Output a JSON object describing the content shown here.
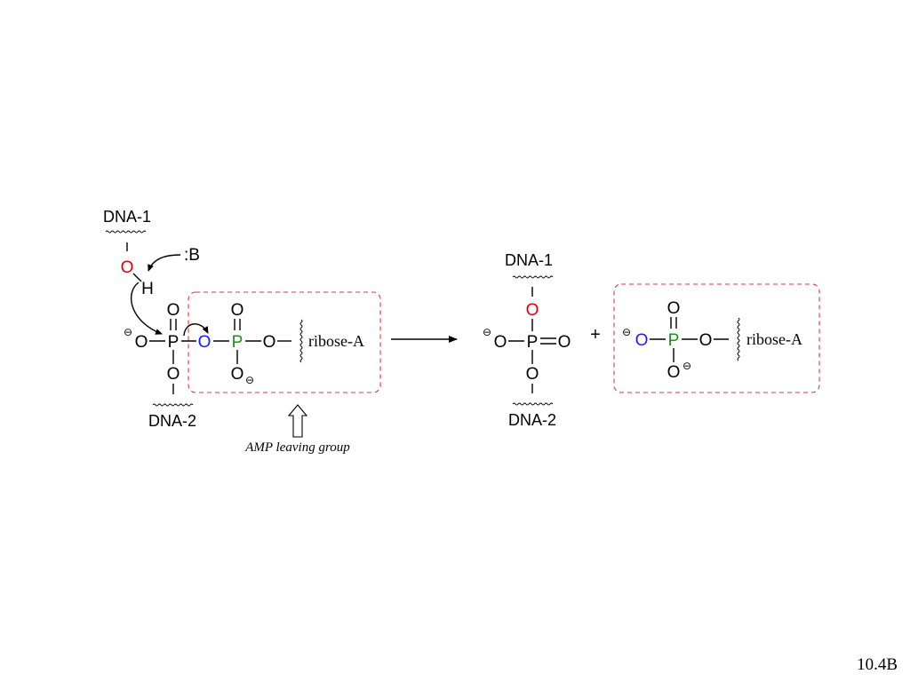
{
  "colors": {
    "red_oxygen": "#e3000b",
    "blue_oxygen": "#1a1aff",
    "green_phosphorus": "#1f8f1f",
    "dashed_box": "#e0393b",
    "black": "#000000"
  },
  "reactant": {
    "dna1": "DNA-1",
    "dna2": "DNA-2",
    "base": ":B",
    "hydroxyl_o": "O",
    "hydrogen": "H",
    "p1": "P",
    "p1_top_o": "O",
    "p1_left_o": "O",
    "p1_bottom_o": "O",
    "bridge_o": "O",
    "p2": "P",
    "p2_top_o": "O",
    "p2_bottom_o": "O",
    "p2_right_o": "O",
    "ribose": "ribose-A",
    "charge": "⊖"
  },
  "leaving_group_label": "AMP leaving group",
  "plus": "+",
  "product1": {
    "dna1": "DNA-1",
    "dna2": "DNA-2",
    "top_o": "O",
    "left_o": "O",
    "p": "P",
    "right_o": "O",
    "bottom_o": "O",
    "charge": "⊖"
  },
  "product2": {
    "left_o": "O",
    "p": "P",
    "top_o": "O",
    "bottom_o": "O",
    "right_o": "O",
    "ribose": "ribose-A",
    "charge": "⊖"
  },
  "slide_number": "10.4B"
}
